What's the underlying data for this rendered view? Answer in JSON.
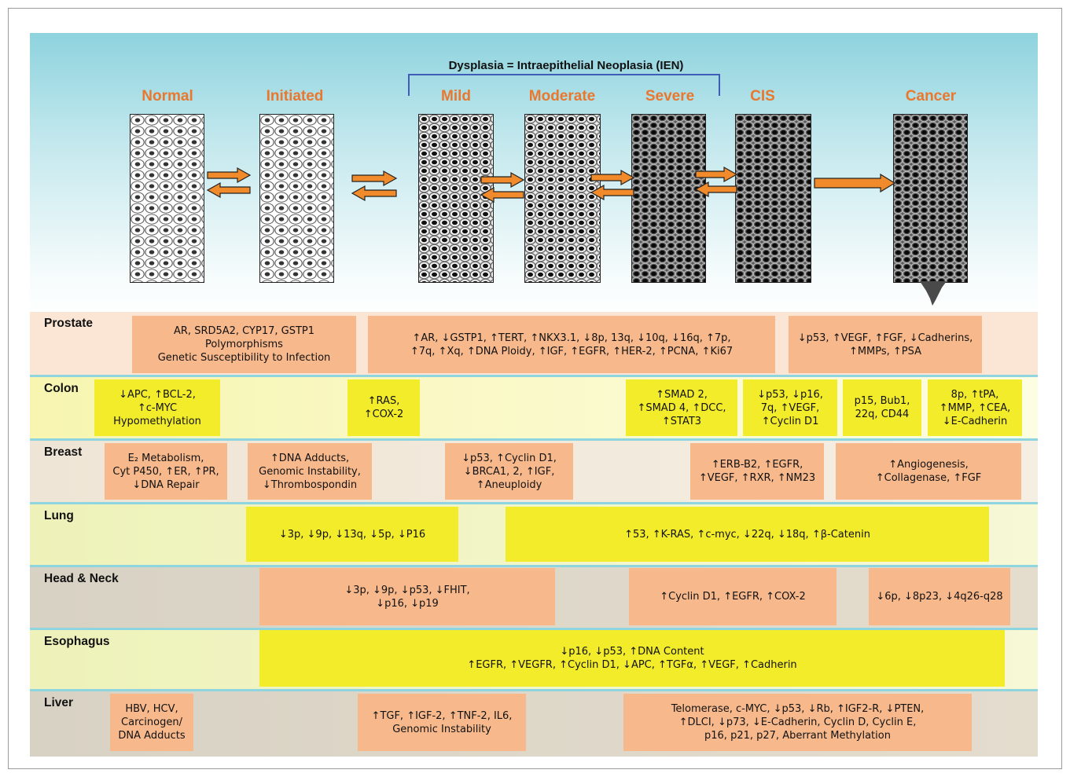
{
  "dysplasia_title": "Dysplasia = Intraepithelial Neoplasia (IEN)",
  "stages": [
    "Normal",
    "Initiated",
    "Mild",
    "Moderate",
    "Severe",
    "CIS",
    "Cancer"
  ],
  "colors": {
    "stage_label": "#e9772e",
    "bracket": "#3f5db8",
    "arrow": "#f08a2a",
    "orange_box": "#f7b98c",
    "yellow_box": "#f3ec2b",
    "separator": "#8fd5e0"
  },
  "rows": {
    "prostate": {
      "label": "Prostate",
      "boxes": [
        "AR, SRD5A2, CYP17, GSTP1\nPolymorphisms\nGenetic Susceptibility to Infection",
        "↑AR, ↓GSTP1, ↑TERT, ↑NKX3.1, ↓8p, 13q, ↓10q, ↓16q, ↑7p,\n↑7q, ↑Xq, ↑DNA Ploidy, ↑IGF, ↑EGFR, ↑HER-2, ↑PCNA, ↑Ki67",
        "↓p53, ↑VEGF, ↑FGF, ↓Cadherins,\n↑MMPs, ↑PSA"
      ]
    },
    "colon": {
      "label": "Colon",
      "boxes": [
        "↓APC, ↑BCL-2,\n↑c-MYC\nHypomethylation",
        "↑RAS,\n↑COX-2",
        "↑SMAD 2,\n↑SMAD 4, ↑DCC,\n↑STAT3",
        "↓p53, ↓p16,\n7q, ↑VEGF,\n↑Cyclin D1",
        "p15, Bub1,\n22q, CD44",
        "8p, ↑tPA,\n↑MMP, ↑CEA,\n↓E-Cadherin"
      ]
    },
    "breast": {
      "label": "Breast",
      "boxes": [
        "E₂ Metabolism,\nCyt P450, ↑ER, ↑PR,\n↓DNA Repair",
        "↑DNA Adducts,\nGenomic Instability,\n↓Thrombospondin",
        "↓p53, ↑Cyclin D1,\n↓BRCA1, 2, ↑IGF,\n↑Aneuploidy",
        "↑ERB-B2, ↑EGFR,\n↑VEGF, ↑RXR, ↑NM23",
        "↑Angiogenesis,\n↑Collagenase, ↑FGF"
      ]
    },
    "lung": {
      "label": "Lung",
      "boxes": [
        "↓3p, ↓9p, ↓13q, ↓5p, ↓P16",
        "↑53, ↑K-RAS, ↑c-myc, ↓22q, ↓18q, ↑β-Catenin"
      ]
    },
    "head_neck": {
      "label": "Head & Neck",
      "boxes": [
        "↓3p, ↓9p, ↓p53, ↓FHIT,\n↓p16, ↓p19",
        "↑Cyclin D1, ↑EGFR, ↑COX-2",
        "↓6p, ↓8p23, ↓4q26-q28"
      ]
    },
    "esophagus": {
      "label": "Esophagus",
      "boxes": [
        "↓p16, ↓p53, ↑DNA Content\n↑EGFR, ↑VEGFR, ↑Cyclin D1, ↓APC, ↑TGFα, ↑VEGF, ↑Cadherin"
      ]
    },
    "liver": {
      "label": "Liver",
      "boxes": [
        "HBV, HCV,\nCarcinogen/\nDNA Adducts",
        "↑TGF, ↑IGF-2, ↑TNF-2, IL6,\nGenomic Instability",
        "Telomerase, c-MYC, ↓p53, ↓Rb, ↑IGF2-R, ↓PTEN,\n↑DLCI, ↓p73, ↓E-Cadherin, Cyclin D, Cyclin E,\np16, p21, p27, Aberrant Methylation"
      ]
    }
  }
}
